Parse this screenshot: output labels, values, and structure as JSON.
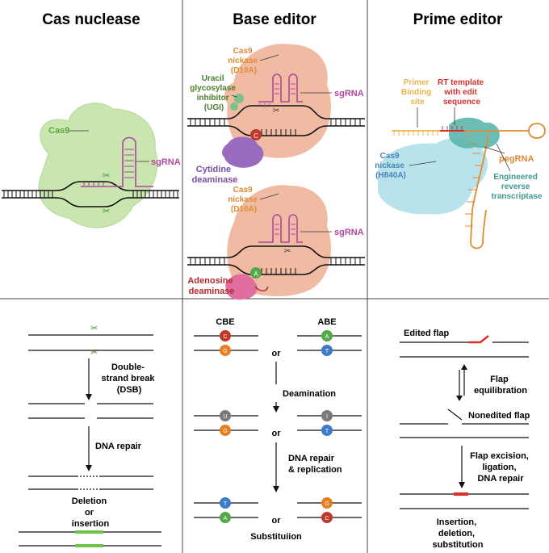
{
  "panels": {
    "cas": {
      "title": "Cas nuclease"
    },
    "base": {
      "title": "Base editor"
    },
    "prime": {
      "title": "Prime editor"
    }
  },
  "cas_top": {
    "cas9": "Cas9",
    "sgrna": "sgRNA"
  },
  "base_top": {
    "nickase1_l1": "Cas9",
    "nickase1_l2": "nickase",
    "nickase1_l3": "(D10A)",
    "ugi_l1": "Uracil",
    "ugi_l2": "glycosylase",
    "ugi_l3": "inhibitor",
    "ugi_l4": "(UGI)",
    "sgrna1": "sgRNA",
    "c_letter": "C",
    "cytidine_l1": "Cytidine",
    "cytidine_l2": "deaminase",
    "nickase2_l1": "Cas9",
    "nickase2_l2": "nickase",
    "nickase2_l3": "(D10A)",
    "sgrna2": "sgRNA",
    "a_letter": "A",
    "adenosine_l1": "Adenosine",
    "adenosine_l2": "deaminase"
  },
  "prime_top": {
    "primer_l1": "Primer",
    "primer_l2": "Binding",
    "primer_l3": "site",
    "rt_l1": "RT template",
    "rt_l2": "with edit",
    "rt_l3": "sequence",
    "nickase_l1": "Cas9",
    "nickase_l2": "nickase",
    "nickase_l3": "(H840A)",
    "pegrna": "pegRNA",
    "engrt_l1": "Engineered",
    "engrt_l2": "reverse",
    "engrt_l3": "transcriptase"
  },
  "cas_bottom": {
    "dsb_l1": "Double-",
    "dsb_l2": "strand break",
    "dsb_l3": "(DSB)",
    "repair": "DNA repair",
    "deletion_l1": "Deletion",
    "deletion_l2": "or",
    "deletion_l3": "insertion"
  },
  "base_bottom": {
    "cbe": "CBE",
    "abe": "ABE",
    "or1": "or",
    "or2": "or",
    "or3": "or",
    "deamination": "Deamination",
    "repair_l1": "DNA repair",
    "repair_l2": "& replication",
    "substitution": "Substituiion",
    "row1_left_top": "C",
    "row1_left_bot": "G",
    "row1_right_top": "A",
    "row1_right_bot": "T",
    "row2_left_top": "U",
    "row2_left_bot": "G",
    "row2_right_top": "I",
    "row2_right_bot": "T",
    "row3_left_top": "T",
    "row3_left_bot": "A",
    "row3_right_top": "G",
    "row3_right_bot": "C"
  },
  "prime_bottom": {
    "edited_flap": "Edited flap",
    "equil_l1": "Flap",
    "equil_l2": "equilibration",
    "nonedited": "Nonedited flap",
    "excision_l1": "Flap excision,",
    "excision_l2": "ligation,",
    "excision_l3": "DNA repair",
    "result_l1": "Insertion,",
    "result_l2": "deletion,",
    "result_l3": "substitution"
  },
  "colors": {
    "cas9_green": "#c9e6b0",
    "cas9_label": "#5aa83a",
    "sgrna": "#b0479c",
    "nickase_salmon": "#f1bba3",
    "nickase_label": "#e08a32",
    "ugi_green": "#4a7d2d",
    "cytidine_purple": "#9a6cc0",
    "adenosine_red": "#b5282e",
    "adenosine_pink": "#e06fa0",
    "primer_orange": "#e8b54a",
    "rt_red": "#d8302f",
    "nickase_blue": "#b9e3ec",
    "nickase_blue_label": "#4b86b8",
    "rt_teal": "#5bb6ad",
    "pegrna_orange": "#e08a32",
    "base_C": "#c0392b",
    "base_G": "#e67e22",
    "base_A": "#55a84a",
    "base_T": "#3d7cc9",
    "base_U": "#7a7a7a",
    "base_I": "#7a7a7a"
  }
}
